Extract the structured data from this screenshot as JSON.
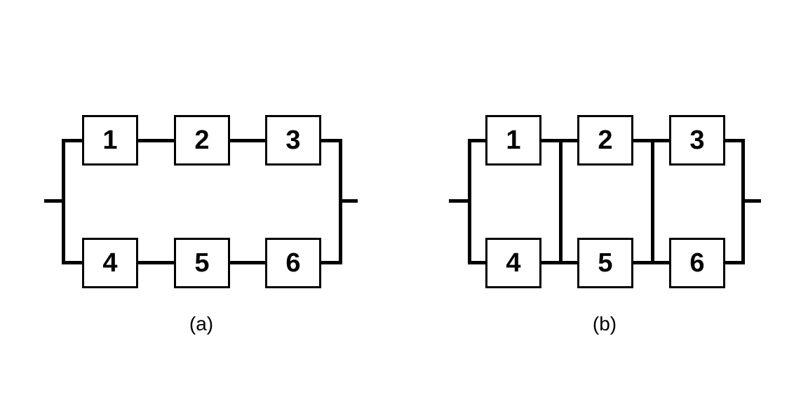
{
  "figure": {
    "background": "#ffffff",
    "line_color": "#000000",
    "box_fill": "#ffffff",
    "box_border_color": "#000000",
    "diagrams": [
      {
        "label": "(a)",
        "topology": "series-parallel",
        "paths": [
          [
            "1",
            "2",
            "3"
          ],
          [
            "4",
            "5",
            "6"
          ]
        ],
        "boxes": [
          "1",
          "2",
          "3",
          "4",
          "5",
          "6"
        ]
      },
      {
        "label": "(b)",
        "topology": "parallel-series",
        "stages": [
          [
            "1",
            "4"
          ],
          [
            "2",
            "5"
          ],
          [
            "3",
            "6"
          ]
        ],
        "boxes": [
          "1",
          "2",
          "3",
          "4",
          "5",
          "6"
        ]
      }
    ]
  }
}
